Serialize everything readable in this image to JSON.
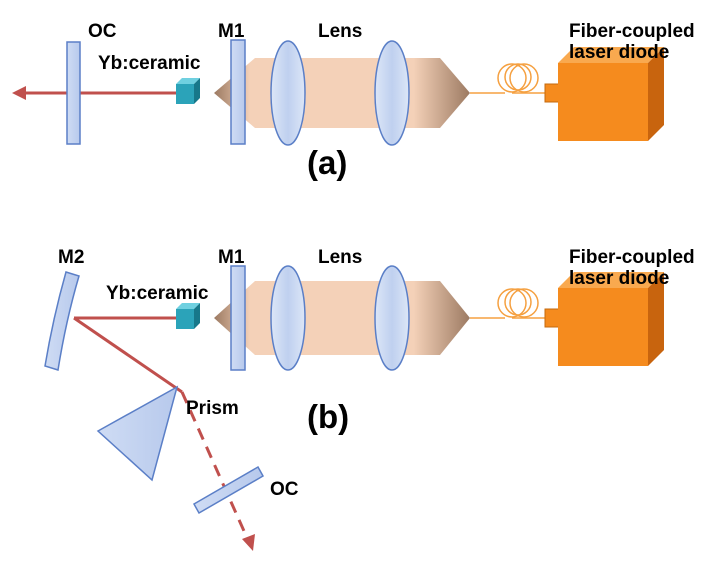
{
  "colors": {
    "optic_fill": "#C6D6F2",
    "optic_stroke": "#5B7FC7",
    "laser_beam": "#C0504D",
    "pump_cone": "#F4D1B8",
    "pump_fade": "#9C7A62",
    "crystal": "#2BA3B9",
    "diode": "#F58B1E",
    "fiber": "#F5A040"
  },
  "panel_a": {
    "oc_label": "OC",
    "crystal_label": "Yb:ceramic",
    "m1_label": "M1",
    "lens_label": "Lens",
    "diode_label_1": "Fiber-coupled",
    "diode_label_2": "laser diode",
    "caption": "(a)"
  },
  "panel_b": {
    "m2_label": "M2",
    "crystal_label": "Yb:ceramic",
    "m1_label": "M1",
    "lens_label": "Lens",
    "diode_label_1": "Fiber-coupled",
    "diode_label_2": "laser diode",
    "prism_label": "Prism",
    "oc_label": "OC",
    "caption": "(b)"
  }
}
